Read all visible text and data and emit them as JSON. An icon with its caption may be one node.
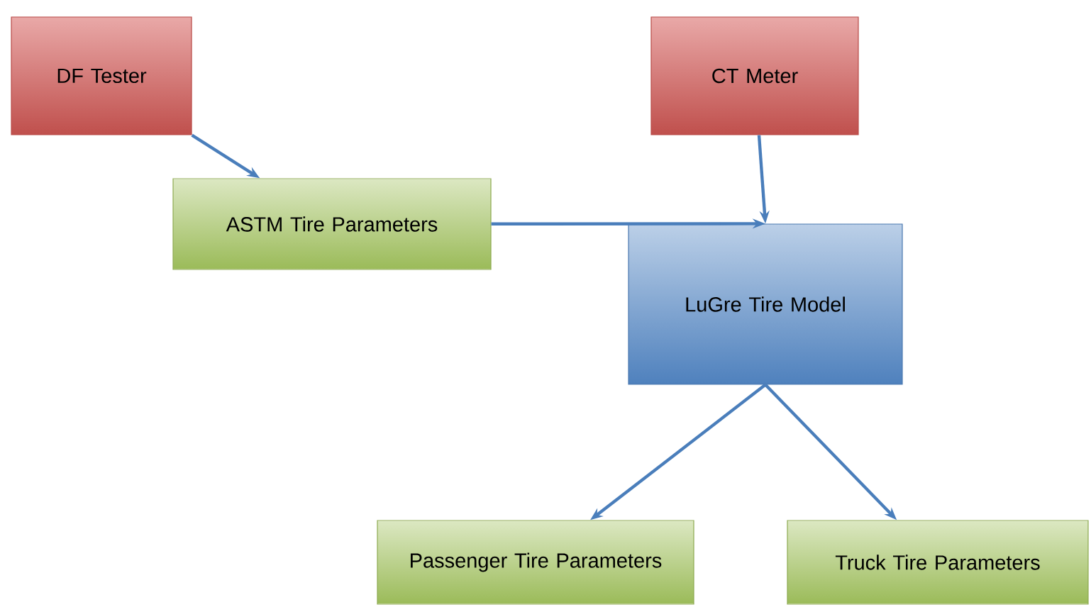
{
  "diagram": {
    "nodes": [
      {
        "text": [
          "DF Tester"
        ]
      },
      {
        "text": [
          "ASTM Tire Parameters"
        ]
      },
      {
        "text": [
          "CT Meter"
        ]
      },
      {
        "text": [
          "LuGre Tire Model"
        ]
      },
      {
        "text": [
          "Passenger Tire Parameters"
        ]
      },
      {
        "text": [
          "Truck Tire Parameters"
        ]
      }
    ],
    "edges": [
      {
        "from": 0,
        "to": 1,
        "arrow": "to"
      },
      {
        "from": 2,
        "to": 3,
        "arrow": "to"
      },
      {
        "from": 1,
        "to": 3,
        "arrow": "to"
      },
      {
        "from": 3,
        "to": 4,
        "arrow": "to"
      },
      {
        "from": 3,
        "to": 5,
        "arrow": "to"
      }
    ]
  }
}
